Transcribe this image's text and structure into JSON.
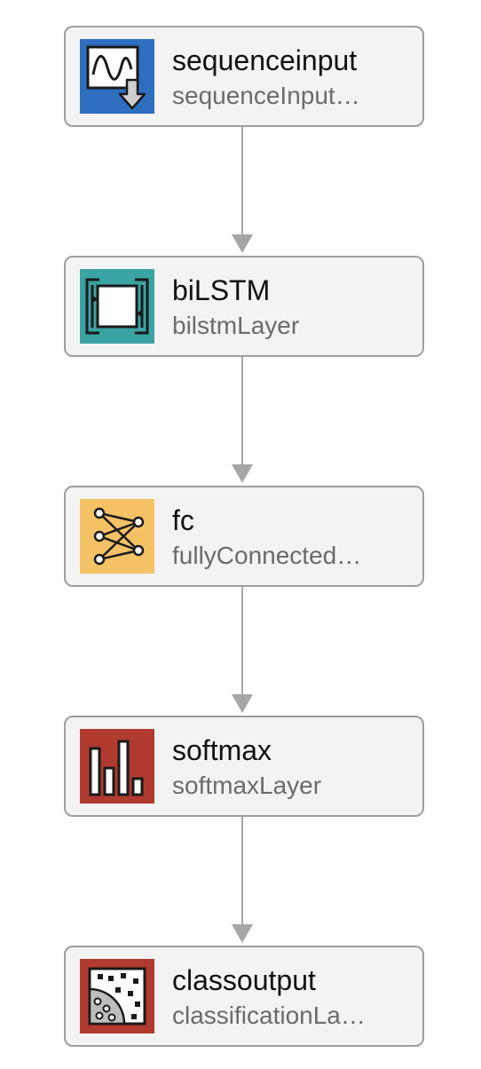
{
  "diagram": {
    "nodes": [
      {
        "name": "sequenceinput",
        "type": "sequenceInput…",
        "icon": "sequence-input-icon",
        "color": "#2e6fc0"
      },
      {
        "name": "biLSTM",
        "type": "bilstmLayer",
        "icon": "bilstm-icon",
        "color": "#3aa3a3"
      },
      {
        "name": "fc",
        "type": "fullyConnected…",
        "icon": "fully-connected-icon",
        "color": "#f5c265"
      },
      {
        "name": "softmax",
        "type": "softmaxLayer",
        "icon": "softmax-icon",
        "color": "#b03a2e"
      },
      {
        "name": "classoutput",
        "type": "classificationLa…",
        "icon": "classification-output-icon",
        "color": "#b03a2e"
      }
    ],
    "edges": [
      {
        "from": "sequenceinput",
        "to": "biLSTM"
      },
      {
        "from": "biLSTM",
        "to": "fc"
      },
      {
        "from": "fc",
        "to": "softmax"
      },
      {
        "from": "softmax",
        "to": "classoutput"
      }
    ],
    "edge_color": "#a6a6a6"
  }
}
